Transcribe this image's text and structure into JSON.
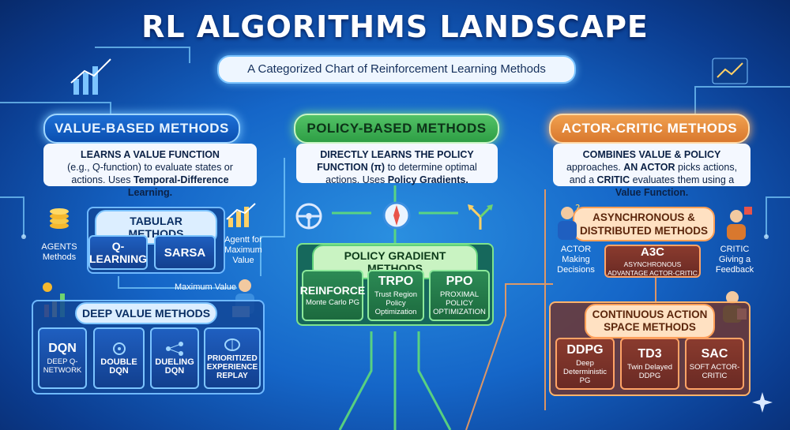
{
  "title": "RL ALGORITHMS LANDSCAPE",
  "subtitle": "A Categorized Chart of Reinforcement Learning Methods",
  "value": {
    "header": "VALUE-BASED METHODS",
    "desc_bold": "LEARNS A VALUE FUNCTION",
    "desc_text": "(e.g., Q-function) to evaluate states or actions. Uses",
    "desc_bold2": "Temporal-Difference Learning.",
    "tabular": {
      "header": "TABULAR METHODS",
      "items": [
        "Q-LEARNING",
        "SARSA"
      ]
    },
    "agents_label": "AGENTS Methods",
    "agent_max_label": "Agentt for Maximum Value",
    "max_value_label": "Maximum Value",
    "deep": {
      "header": "DEEP VALUE METHODS",
      "items": [
        {
          "name": "DQN",
          "sub": "DEEP Q-NETWORK"
        },
        {
          "name": "",
          "sub": "DOUBLE DQN"
        },
        {
          "name": "",
          "sub": "DUELING DQN"
        },
        {
          "name": "",
          "sub": "PRIORITIZED EXPERIENCE REPLAY"
        }
      ]
    }
  },
  "policy": {
    "header": "POLICY-BASED METHODS",
    "desc_bold": "DIRECTLY LEARNS THE POLICY FUNCTION (π)",
    "desc_text": "to determine optimal actions. Uses",
    "desc_bold2": "Policy Gradients.",
    "gradient": {
      "header": "POLICY GRADIENT METHODS",
      "items": [
        {
          "name": "REINFORCE",
          "sub": "Monte Carlo PG"
        },
        {
          "name": "TRPO",
          "sub": "Trust Region Policy Optimization"
        },
        {
          "name": "PPO",
          "sub": "PROXIMAL POLICY OPTIMIZATION"
        }
      ]
    }
  },
  "actor": {
    "header": "ACTOR-CRITIC METHODS",
    "desc_bold": "COMBINES VALUE & POLICY",
    "desc_text": "approaches.",
    "desc_bold2": "AN ACTOR",
    "desc_text2": "picks actions, and a",
    "desc_bold3": "CRITIC",
    "desc_text3": "evaluates them using a",
    "desc_bold4": "Value Function.",
    "async": {
      "header": "ASYNCHRONOUS & DISTRIBUTED METHODS",
      "item": {
        "name": "A3C",
        "sub": "ASYNCHRONOUS ADVANTAGE ACTOR-CRITIC"
      }
    },
    "actor_label": "ACTOR Making Decisions",
    "critic_label": "CRITIC Giving a Feedback",
    "continuous": {
      "header": "CONTINUOUS ACTION SPACE METHODS",
      "items": [
        {
          "name": "DDPG",
          "sub": "Deep Deterministic PG"
        },
        {
          "name": "TD3",
          "sub": "Twin Delayed DDPG"
        },
        {
          "name": "SAC",
          "sub": "SOFT ACTOR-CRITIC"
        }
      ]
    }
  },
  "colors": {
    "blue": "#1d6fd6",
    "green": "#3fb55a",
    "orange": "#e88a3c"
  }
}
